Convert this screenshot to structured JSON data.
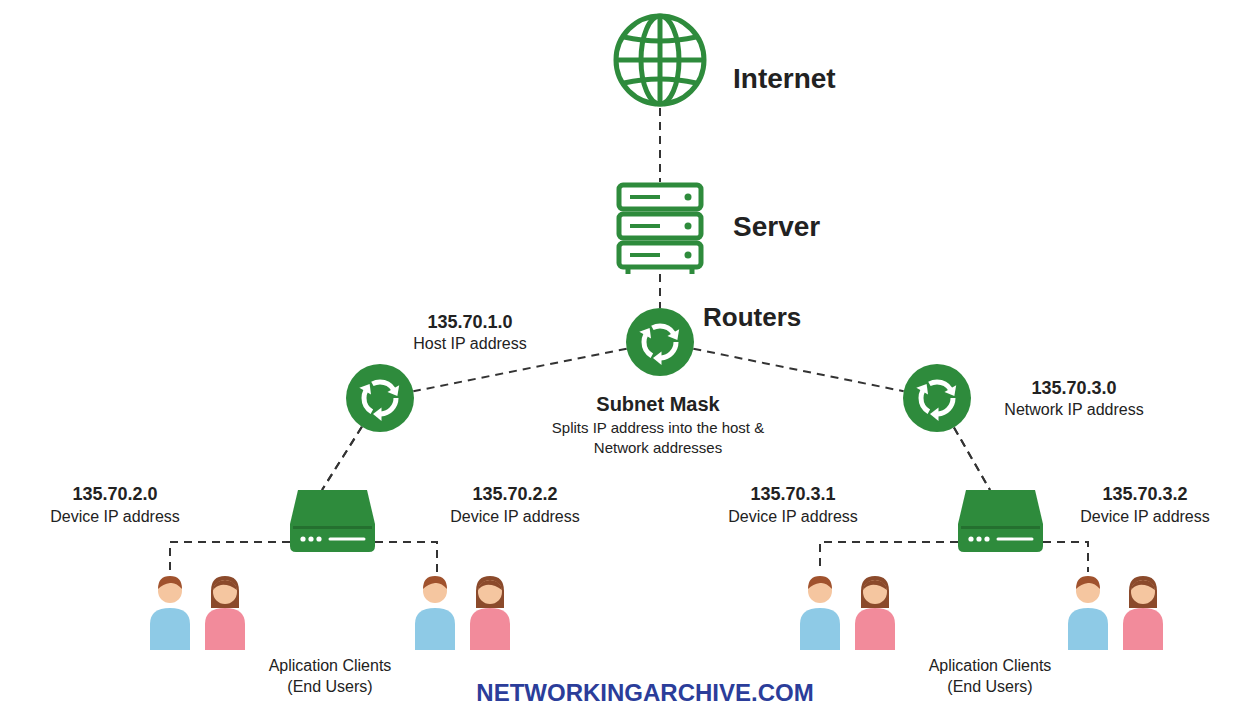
{
  "diagram": {
    "nodes": [
      {
        "text": [
          "Internet"
        ]
      },
      {
        "text": [
          "Server"
        ]
      },
      {
        "text": [
          "Routers"
        ]
      },
      {
        "text": [
          "135.70.1.0",
          "Host IP address"
        ]
      },
      {
        "text": [
          "135.70.3.0",
          "Network IP address"
        ]
      },
      {
        "text": [
          "135.70.2.0",
          "Device IP address"
        ]
      },
      {
        "text": [
          "135.70.2.2",
          "Device IP address"
        ]
      },
      {
        "text": [
          "135.70.3.1",
          "Device IP address"
        ]
      },
      {
        "text": [
          "135.70.3.2",
          "Device IP address"
        ]
      }
    ],
    "edges": [
      {
        "from": 0,
        "to": 1,
        "arrow": "none"
      },
      {
        "from": 1,
        "to": 2,
        "arrow": "none"
      },
      {
        "from": 2,
        "to": 3,
        "arrow": "none"
      },
      {
        "from": 2,
        "to": 4,
        "arrow": "none"
      },
      {
        "from": 3,
        "to": 5,
        "arrow": "none"
      },
      {
        "from": 3,
        "to": 6,
        "arrow": "none"
      },
      {
        "from": 4,
        "to": 7,
        "arrow": "none"
      },
      {
        "from": 4,
        "to": 8,
        "arrow": "none"
      }
    ],
    "labels": [
      "Subnet Mask",
      "Splits IP address into the host & Network addresses",
      "Aplication Clients (End Users)",
      "Aplication Clients (End Users)",
      "NETWORKINGARCHIVE.COM"
    ]
  }
}
